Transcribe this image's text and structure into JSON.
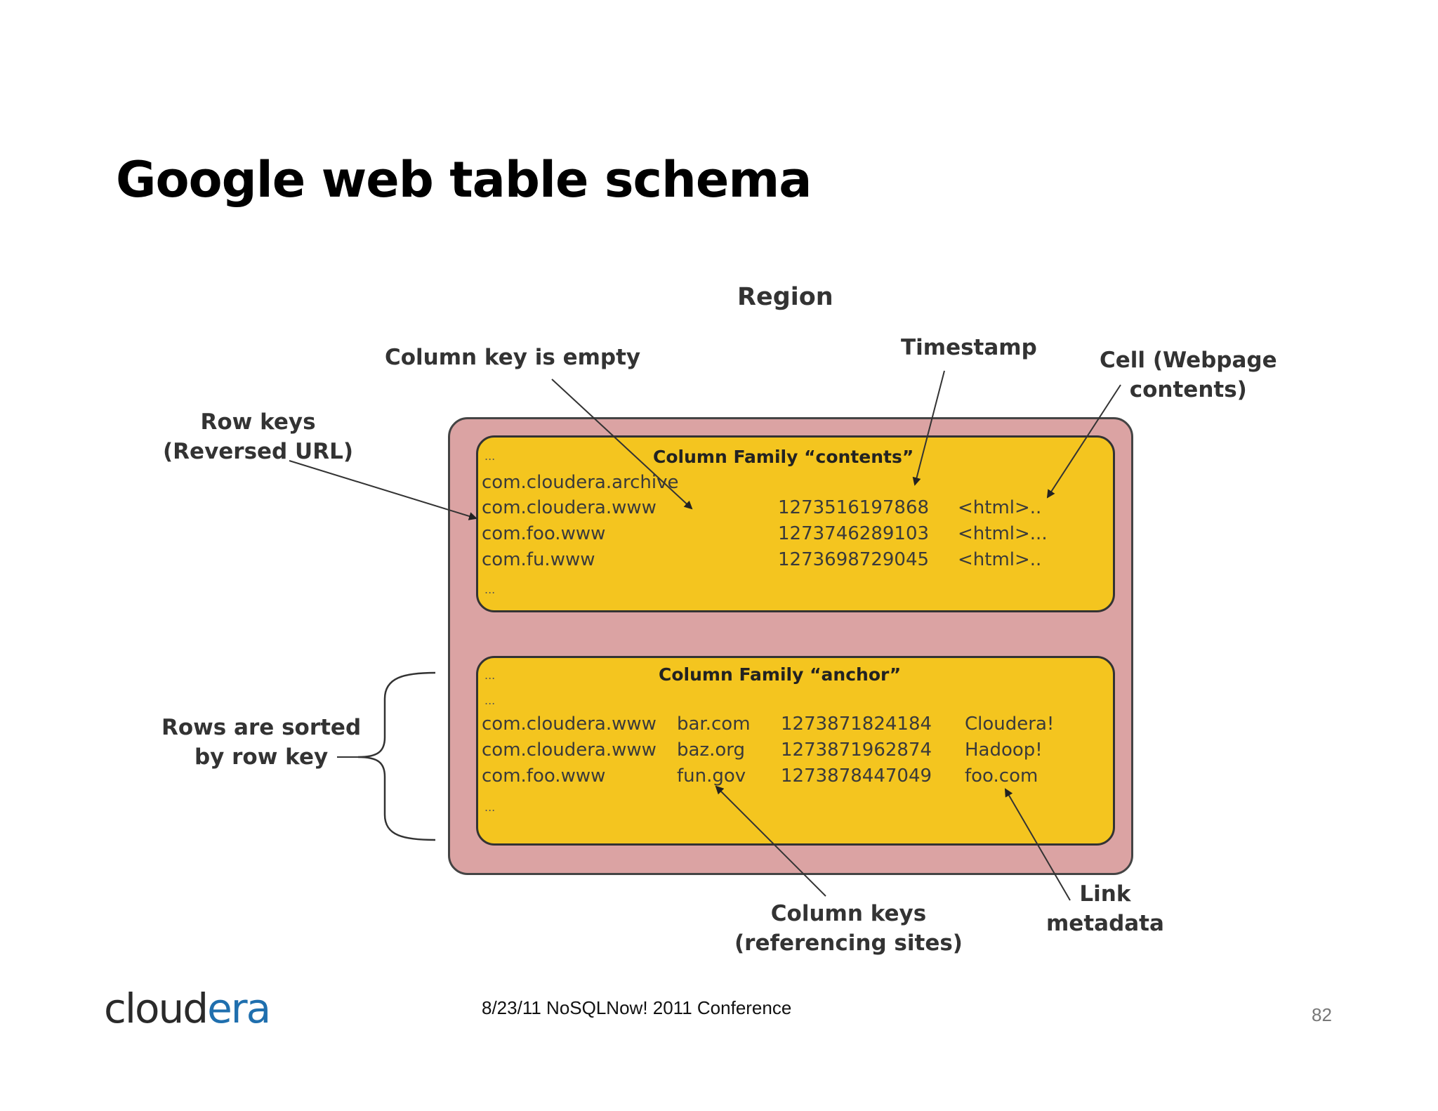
{
  "slide": {
    "title": "Google web table schema",
    "footer": "8/23/11  NoSQLNow! 2011 Conference",
    "page_number": "82",
    "logo": {
      "text_main": "cloud",
      "text_accent": "era",
      "accent_color": "#1f6fae"
    }
  },
  "diagram": {
    "region_label": "Region",
    "callouts": {
      "column_key_empty": "Column key is empty",
      "timestamp": "Timestamp",
      "cell_line1": "Cell (Webpage",
      "cell_line2": "contents)",
      "row_keys_line1": "Row keys",
      "row_keys_line2": "(Reversed URL)",
      "rows_sorted_line1": "Rows are sorted",
      "rows_sorted_line2": "by row key",
      "column_keys_line1": "Column keys",
      "column_keys_line2": "(referencing sites)",
      "link_metadata_line1": "Link",
      "link_metadata_line2": "metadata"
    },
    "colors": {
      "region": "#dba3a3",
      "column_family": "#f4c51f"
    },
    "family_contents": {
      "header": "Column Family “contents”",
      "ellipsis": "...",
      "rows": [
        {
          "key": "com.cloudera.archive",
          "timestamp": "",
          "value": ""
        },
        {
          "key": "com.cloudera.www",
          "timestamp": "1273516197868",
          "value": "<html>.."
        },
        {
          "key": "com.foo.www",
          "timestamp": "1273746289103",
          "value": "<html>..."
        },
        {
          "key": "com.fu.www",
          "timestamp": "1273698729045",
          "value": "<html>.."
        }
      ]
    },
    "family_anchor": {
      "header": "Column Family “anchor”",
      "ellipsis": "...",
      "rows": [
        {
          "key": "com.cloudera.www",
          "column": "bar.com",
          "timestamp": "1273871824184",
          "value": "Cloudera!"
        },
        {
          "key": "com.cloudera.www",
          "column": "baz.org",
          "timestamp": "1273871962874",
          "value": "Hadoop!"
        },
        {
          "key": "com.foo.www",
          "column": "fun.gov",
          "timestamp": "1273878447049",
          "value": "foo.com"
        }
      ]
    }
  }
}
